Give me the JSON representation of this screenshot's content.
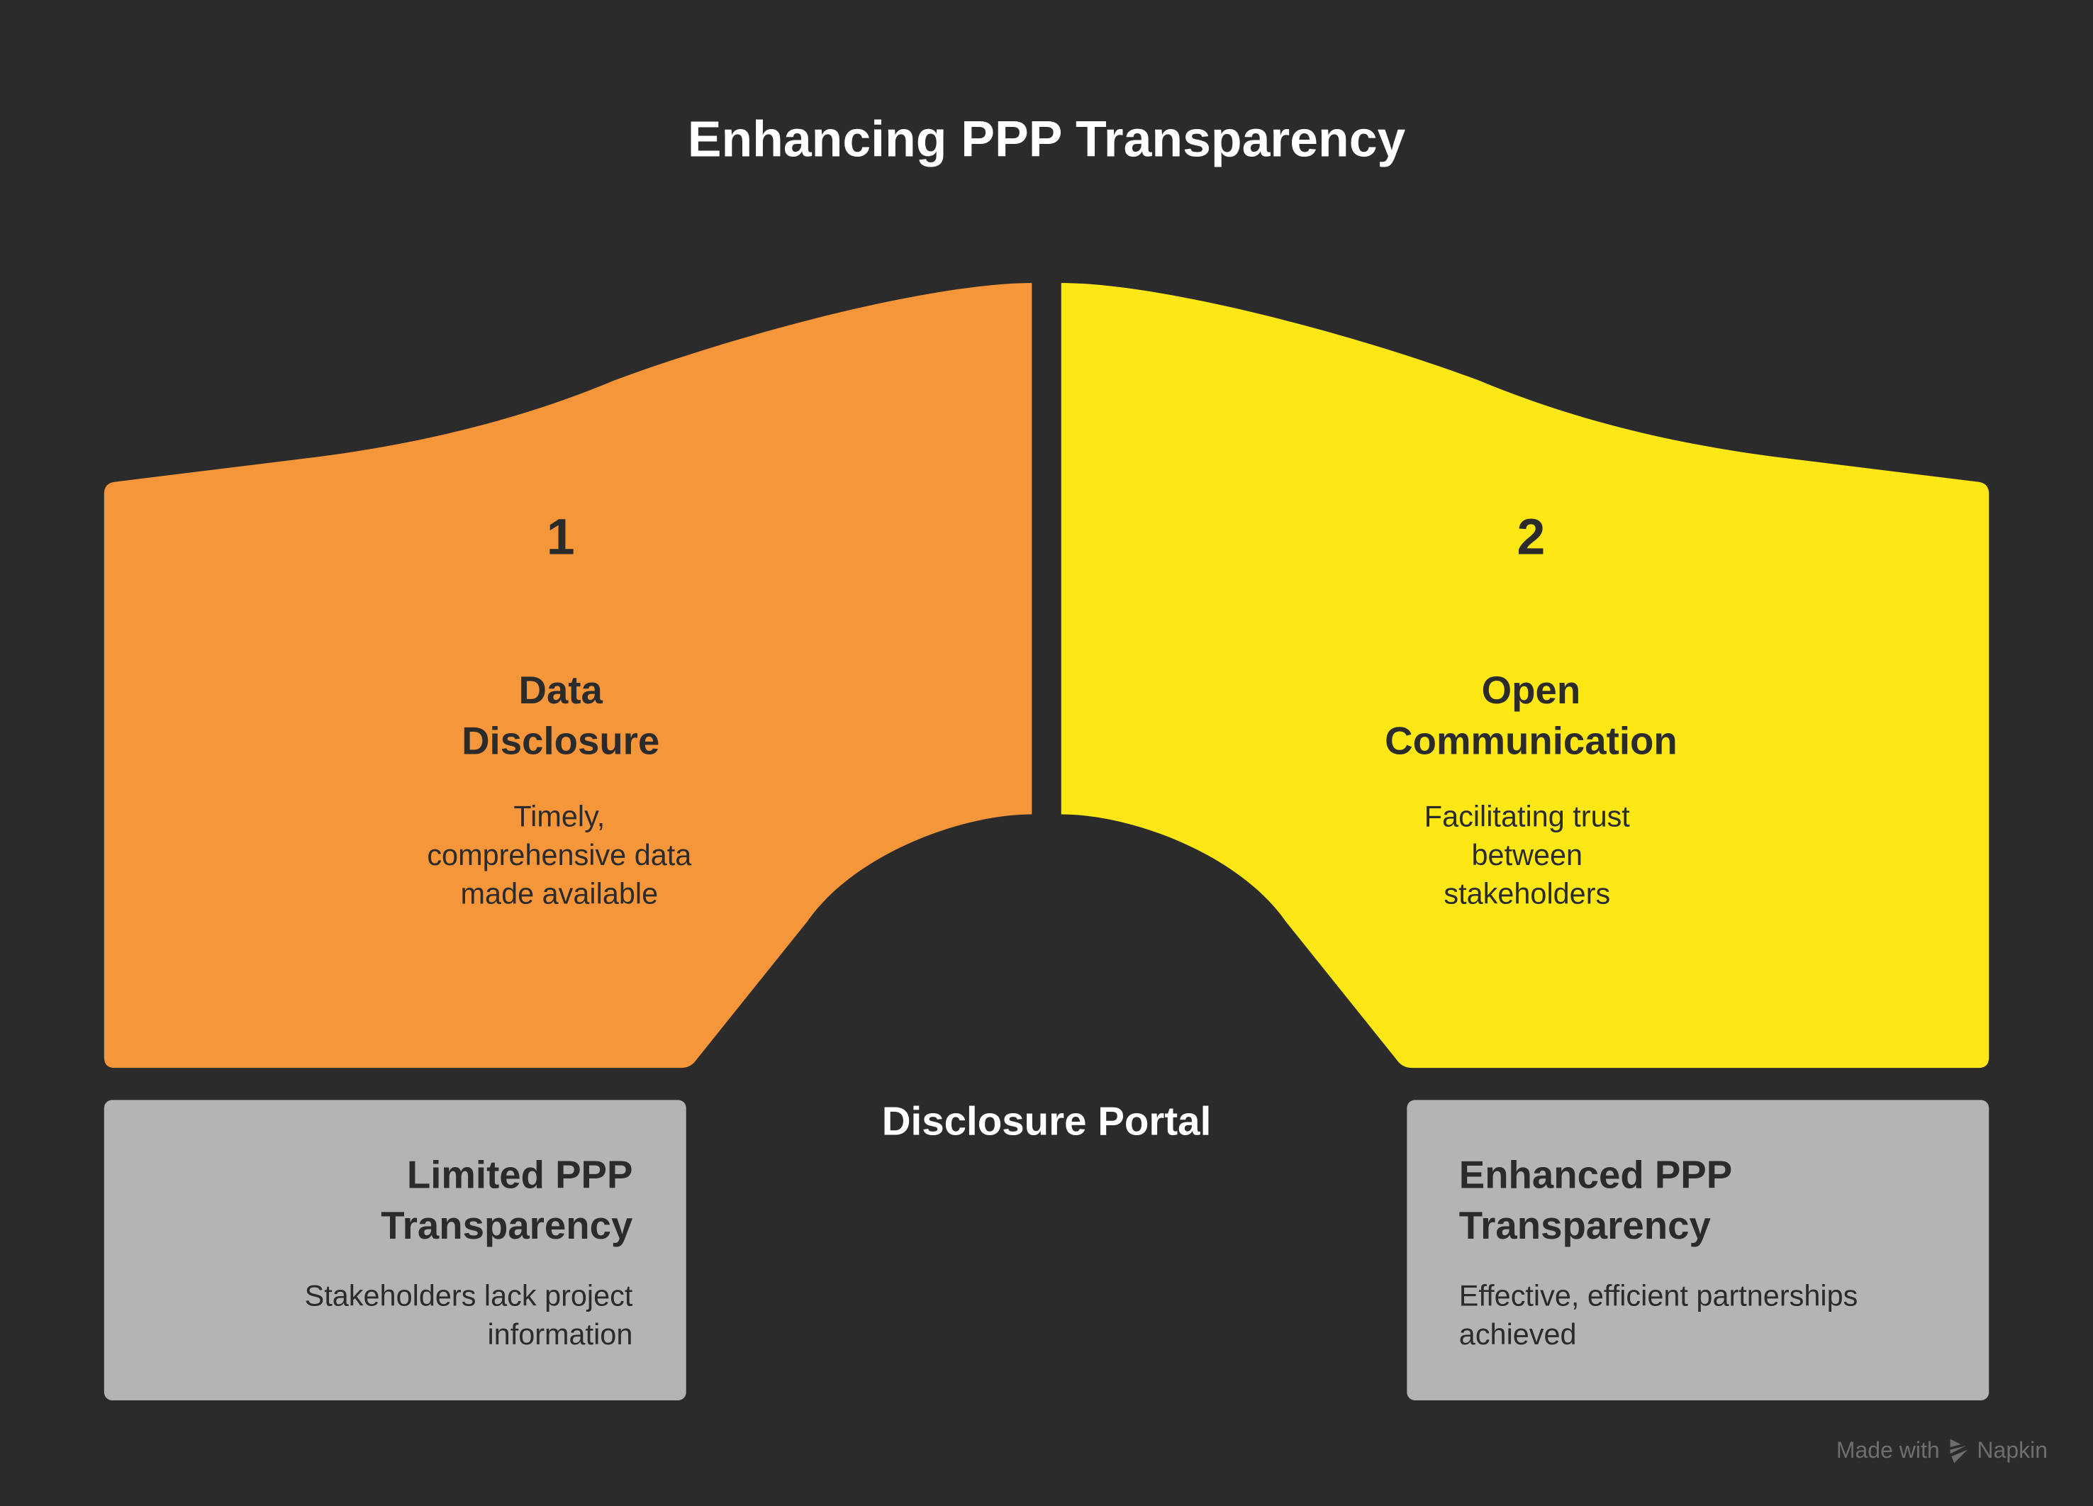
{
  "title": "Enhancing PPP Transparency",
  "colors": {
    "background": "#2b2b2b",
    "step1": "#f5963a",
    "step2": "#fde816",
    "box": "#b4b4b4"
  },
  "steps": [
    {
      "number": "1",
      "title_lines": [
        "Data",
        "Disclosure"
      ],
      "desc_lines": [
        "Timely,",
        "comprehensive data",
        "made available"
      ]
    },
    {
      "number": "2",
      "title_lines": [
        "Open",
        "Communication"
      ],
      "desc_lines": [
        "Facilitating trust",
        "between",
        "stakeholders"
      ]
    }
  ],
  "bridge_label": "Disclosure Portal",
  "start_box": {
    "title_lines": [
      "Limited PPP",
      "Transparency"
    ],
    "desc_lines": [
      "Stakeholders lack project",
      "information"
    ]
  },
  "end_box": {
    "title_lines": [
      "Enhanced PPP",
      "Transparency"
    ],
    "desc_lines": [
      "Effective, efficient partnerships",
      "achieved"
    ]
  },
  "footer": {
    "made_with": "Made with",
    "brand": "Napkin",
    "icon": "napkin-logo-icon"
  }
}
